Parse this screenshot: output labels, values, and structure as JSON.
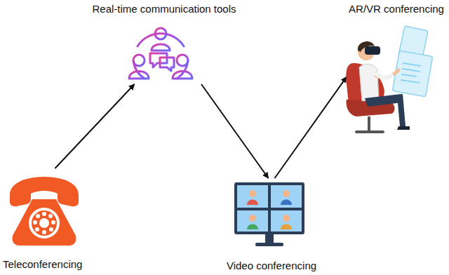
{
  "diagram": {
    "nodes": [
      {
        "text": [
          "Teleconferencing"
        ]
      },
      {
        "text": [
          "Real-time communication tools"
        ]
      },
      {
        "text": [
          "Video conferencing"
        ]
      },
      {
        "text": [
          "AR/VR conferencing"
        ]
      }
    ],
    "edges": [
      {
        "from": 0,
        "to": 1,
        "arrow": "to"
      },
      {
        "from": 1,
        "to": 2,
        "arrow": "to"
      },
      {
        "from": 2,
        "to": 3,
        "arrow": "to"
      }
    ]
  }
}
